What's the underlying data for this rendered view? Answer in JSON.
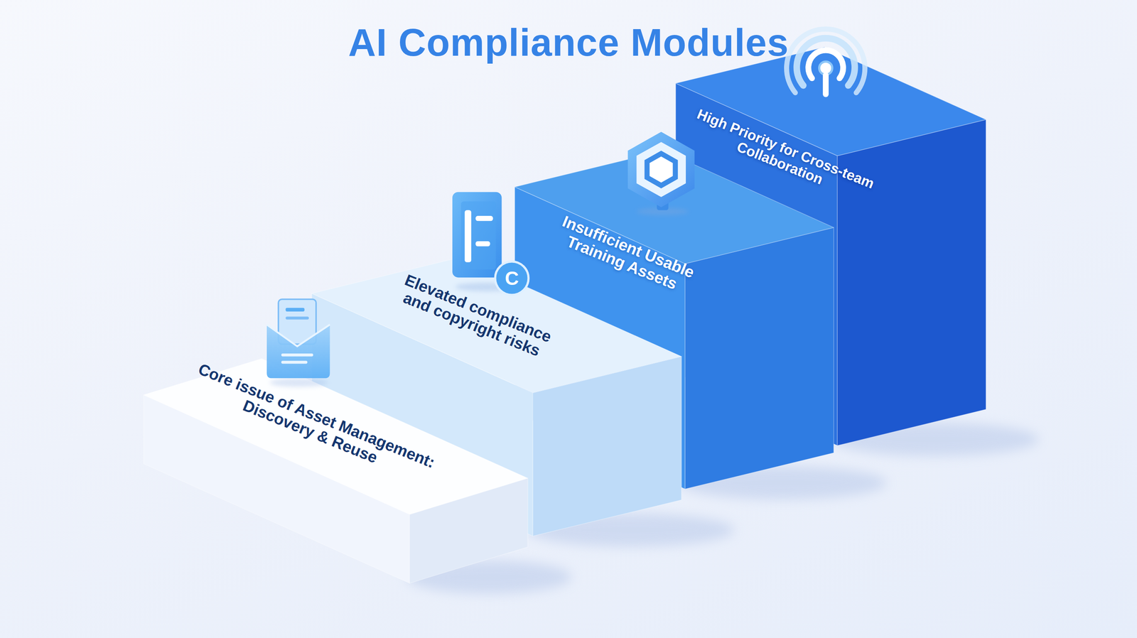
{
  "diagram": {
    "title": "AI Compliance Modules",
    "nodes": [
      {
        "text": [
          "Core issue of Asset Management: Discovery & Reuse"
        ]
      },
      {
        "text": [
          "Elevated compliance and copyright risks"
        ]
      },
      {
        "text": [
          "Insufficient Usable Training Assets"
        ]
      },
      {
        "text": [
          "High Priority for Cross-team Collaboration"
        ]
      }
    ],
    "labels": [
      "C"
    ]
  }
}
